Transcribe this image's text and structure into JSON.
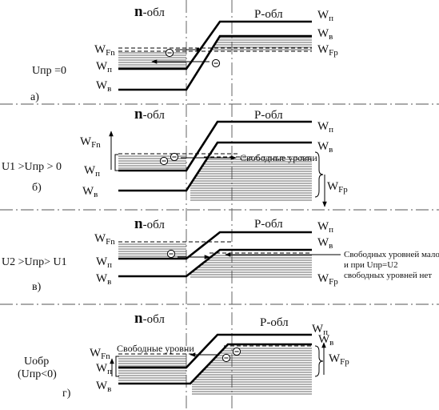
{
  "panel_a": {
    "region_n": {
      "letter": "n",
      "suffix": "-обл"
    },
    "region_p": "Р-обл",
    "conduction_right": {
      "base": "W",
      "sub": "п"
    },
    "valence_right": {
      "base": "W",
      "sub": "в"
    },
    "fermi_p": {
      "base": "W",
      "sub": "Fp"
    },
    "fermi_n": {
      "base": "W",
      "sub": "Fn"
    },
    "conduction_left": {
      "base": "W",
      "sub": "п"
    },
    "valence_left": {
      "base": "W",
      "sub": "в"
    },
    "bias": "Uпр =0",
    "tag": "а)"
  },
  "panel_b": {
    "region_n": {
      "letter": "n",
      "suffix": "-обл"
    },
    "region_p": "Р-обл",
    "conduction_right": {
      "base": "W",
      "sub": "п"
    },
    "valence_right": {
      "base": "W",
      "sub": "в"
    },
    "fermi_p": {
      "base": "W",
      "sub": "Fp"
    },
    "fermi_n": {
      "base": "W",
      "sub": "Fn"
    },
    "conduction_left": {
      "base": "W",
      "sub": "п"
    },
    "valence_left": {
      "base": "W",
      "sub": "в"
    },
    "bias": "U1 >Uпр > 0",
    "free_levels": "Свободные уровни",
    "tag": "б)"
  },
  "panel_c": {
    "region_n": {
      "letter": "n",
      "suffix": "-обл"
    },
    "region_p": "Р-обл",
    "conduction_right": {
      "base": "W",
      "sub": "п"
    },
    "valence_right": {
      "base": "W",
      "sub": "в"
    },
    "fermi_p": {
      "base": "W",
      "sub": "Fp"
    },
    "fermi_n": {
      "base": "W",
      "sub": "Fn"
    },
    "conduction_left": {
      "base": "W",
      "sub": "п"
    },
    "valence_left": {
      "base": "W",
      "sub": "в"
    },
    "bias": "U2 >Uпр> U1",
    "note": [
      "Свободных уровней мало",
      "и при Uпр=U2",
      "свободных уровней нет"
    ],
    "tag": "в)"
  },
  "panel_d": {
    "region_n": {
      "letter": "n",
      "suffix": "-обл"
    },
    "region_p": "Р-обл",
    "conduction_right": {
      "base": "W",
      "sub": "п"
    },
    "valence_right": {
      "base": "W",
      "sub": "в"
    },
    "fermi_p": {
      "base": "W",
      "sub": "Fp"
    },
    "fermi_n": {
      "base": "W",
      "sub": "Fn"
    },
    "conduction_left": {
      "base": "W",
      "sub": "п"
    },
    "valence_left": {
      "base": "W",
      "sub": "в"
    },
    "bias_lines": [
      "Uобр",
      "(Uпр<0)"
    ],
    "free_levels": "Свободные уровни",
    "tag": "г)"
  }
}
